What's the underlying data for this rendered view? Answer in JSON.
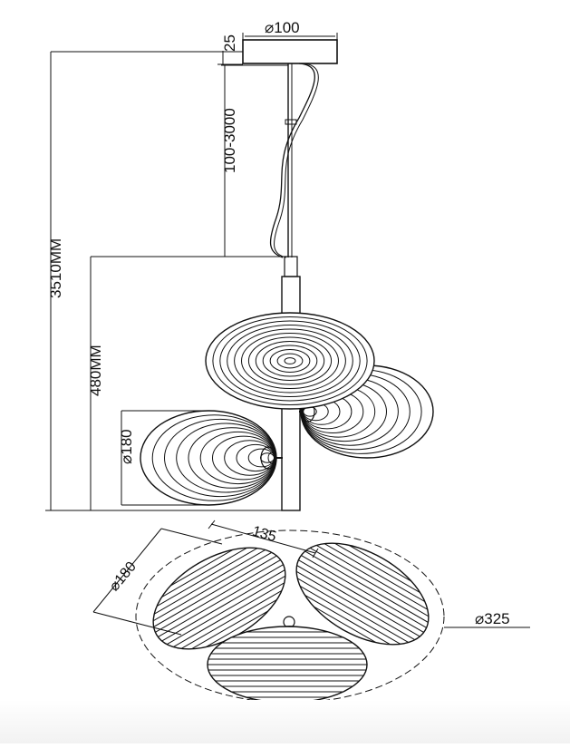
{
  "dimensions": {
    "canopy_diameter": "⌀100",
    "canopy_height": "25",
    "cable_length": "100-3000",
    "total_height": "3510MM",
    "body_height": "480MM",
    "shade_diameter_side": "⌀180",
    "shade_diameter_bottom": "⌀180",
    "arm_spacing": "135",
    "overall_diameter": "⌀325"
  },
  "colors": {
    "line": "#111111",
    "background": "#ffffff"
  }
}
